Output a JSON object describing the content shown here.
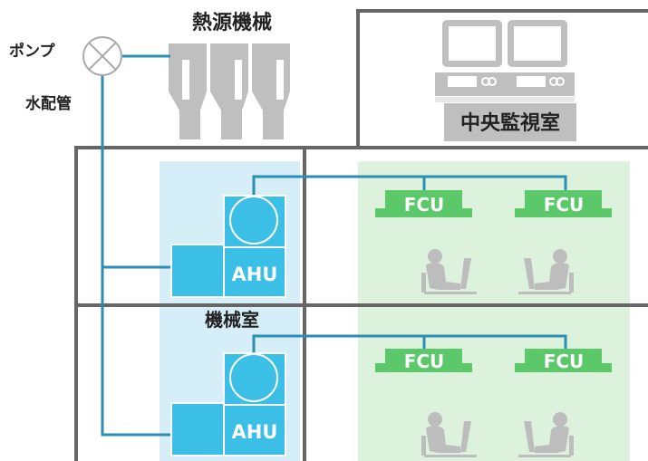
{
  "labels": {
    "pump": "ポンプ",
    "water_pipe": "水配管",
    "heat_source": "熱源機械",
    "central_control": "中央監視室",
    "machine_room": "機械室"
  },
  "units": {
    "ahu": "AHU",
    "fcu": "FCU"
  },
  "colors": {
    "pipe": "#2a8fb3",
    "ahu_fill": "#3bbfe6",
    "machine_room_zone": "#d6eef8",
    "office_zone": "#dcf2dc",
    "fcu": "#5bc86a",
    "wall": "#666666",
    "equipment_gray": "#bfbfbf",
    "person_gray": "#bdbdbd"
  },
  "icons": [
    "pump-icon",
    "chiller-icon",
    "control-console-icon",
    "person-at-desk-icon"
  ]
}
